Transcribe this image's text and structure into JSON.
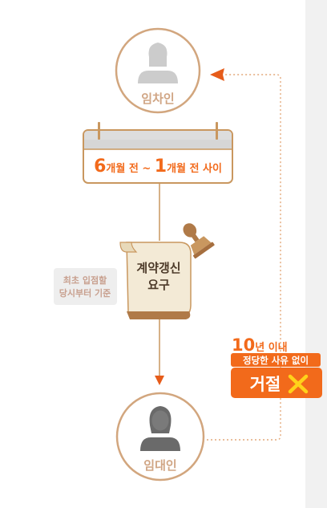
{
  "colors": {
    "accent": "#f26a1b",
    "ring": "#d2a67e",
    "tan": "#c9975f",
    "line": "#c9975f",
    "dotted": "#e3a87a",
    "note_bg": "#eeeeee",
    "note_text": "#c8a08f",
    "lessor_fill": "#6a6a6a",
    "lessee_fill": "#cccccc",
    "avatar_label": "#d0a584"
  },
  "lessee": {
    "label": "임차인",
    "icon": "person-icon"
  },
  "lessor": {
    "label": "임대인",
    "icon": "person-icon"
  },
  "calendar": {
    "icon": "calendar-icon",
    "num1": "6",
    "text1": "개월 전 ~ ",
    "num2": "1",
    "text2": "개월 전 사이"
  },
  "request": {
    "icon": "stamp-scroll-icon",
    "line1": "계약갱신",
    "line2": "요구"
  },
  "note": {
    "line1": "최초 입점할",
    "line2": "당시부터 기준"
  },
  "refusal": {
    "years_num": "10",
    "years_text": "년 이내",
    "reason": "정당한 사유 없이",
    "label": "거절",
    "icon": "x-mark-icon"
  }
}
